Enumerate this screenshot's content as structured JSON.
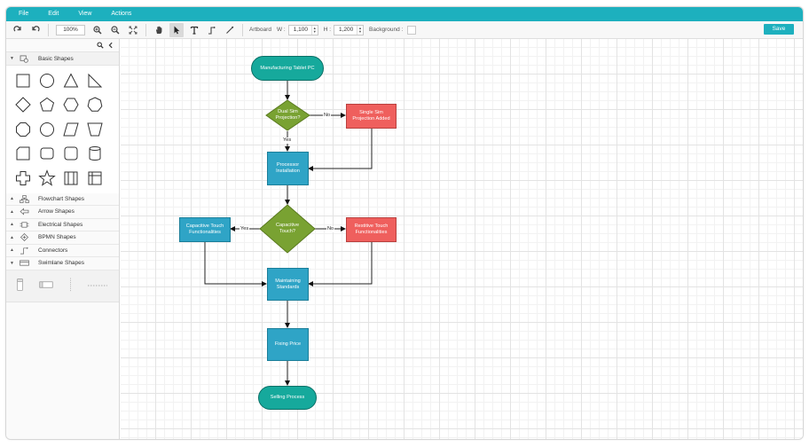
{
  "menu": [
    "File",
    "Edit",
    "View",
    "Actions"
  ],
  "toolbar": {
    "zoom": "100%",
    "artboard_label": "Artboard",
    "w_label": "W :",
    "w_value": "1,100",
    "h_label": "H :",
    "h_value": "1,200",
    "background_label": "Background :",
    "save_label": "Save"
  },
  "palettes": [
    {
      "label": "Basic Shapes",
      "expanded": true
    },
    {
      "label": "Flowchart Shapes",
      "expanded": false
    },
    {
      "label": "Arrow Shapes",
      "expanded": false
    },
    {
      "label": "Electrical Shapes",
      "expanded": false
    },
    {
      "label": "BPMN Shapes",
      "expanded": false
    },
    {
      "label": "Connectors",
      "expanded": false
    },
    {
      "label": "Swimlane Shapes",
      "expanded": true
    }
  ],
  "flowchart": {
    "nodes": {
      "start": "Manufacturing Tablet PC",
      "dual_sim": "Dual Sim Projection?",
      "single_sim": "Single Sim Projection Added",
      "processor": "Processor Installation",
      "capacitive_q": "Capacitive Touch?",
      "capacitive_func": "Capacitive Touch Functionalities",
      "resistive_func": "Restitive Touch Functionalities",
      "maintaining": "Maintaining Standards",
      "fixing_price": "Fixing Price",
      "selling": "Selling Process"
    },
    "edge_labels": {
      "dual_no": "No",
      "dual_yes": "Yes",
      "cap_yes": "Yes",
      "cap_no": "No"
    },
    "colors": {
      "terminal": "#16a99c",
      "process": "#2fa4c6",
      "decision": "#79a232",
      "alternate": "#ef5f5d"
    }
  }
}
